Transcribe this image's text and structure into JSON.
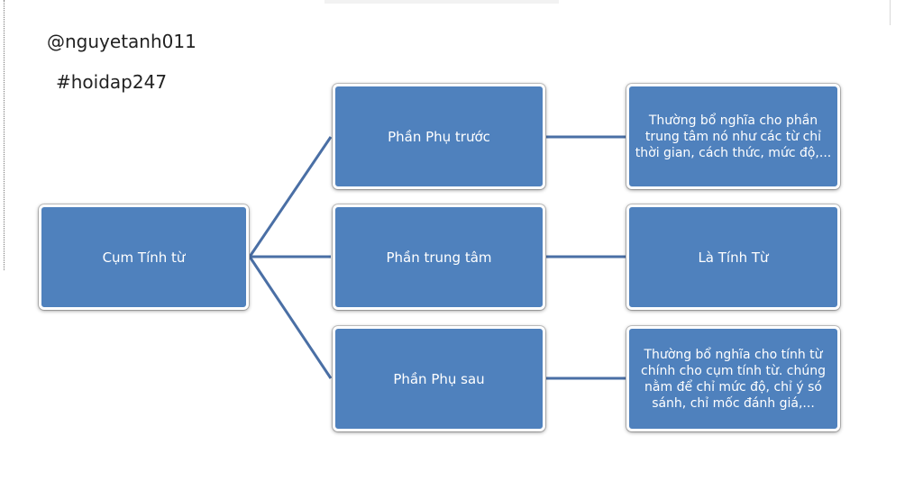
{
  "watermark": {
    "handle_user": "@nguyetanh011",
    "handle_tag": "#hoidap247"
  },
  "diagram": {
    "root": {
      "label": "Cụm Tính từ"
    },
    "branches": [
      {
        "label": "Phần Phụ trước",
        "description": "Thường bổ nghĩa cho phần trung tâm nó như các từ chỉ thời gian, cách thức, mức độ,..."
      },
      {
        "label": "Phần trung tâm",
        "description": "Là Tính Từ"
      },
      {
        "label": "Phần Phụ sau",
        "description": "Thường bổ nghĩa cho tính từ chính cho cụm tính từ. chúng nằm để chỉ mức độ, chỉ ý só sánh, chỉ mốc đánh giá,..."
      }
    ]
  },
  "colors": {
    "node_fill": "#4f81bd",
    "connector": "#4a6fa5",
    "text": "#ffffff"
  }
}
